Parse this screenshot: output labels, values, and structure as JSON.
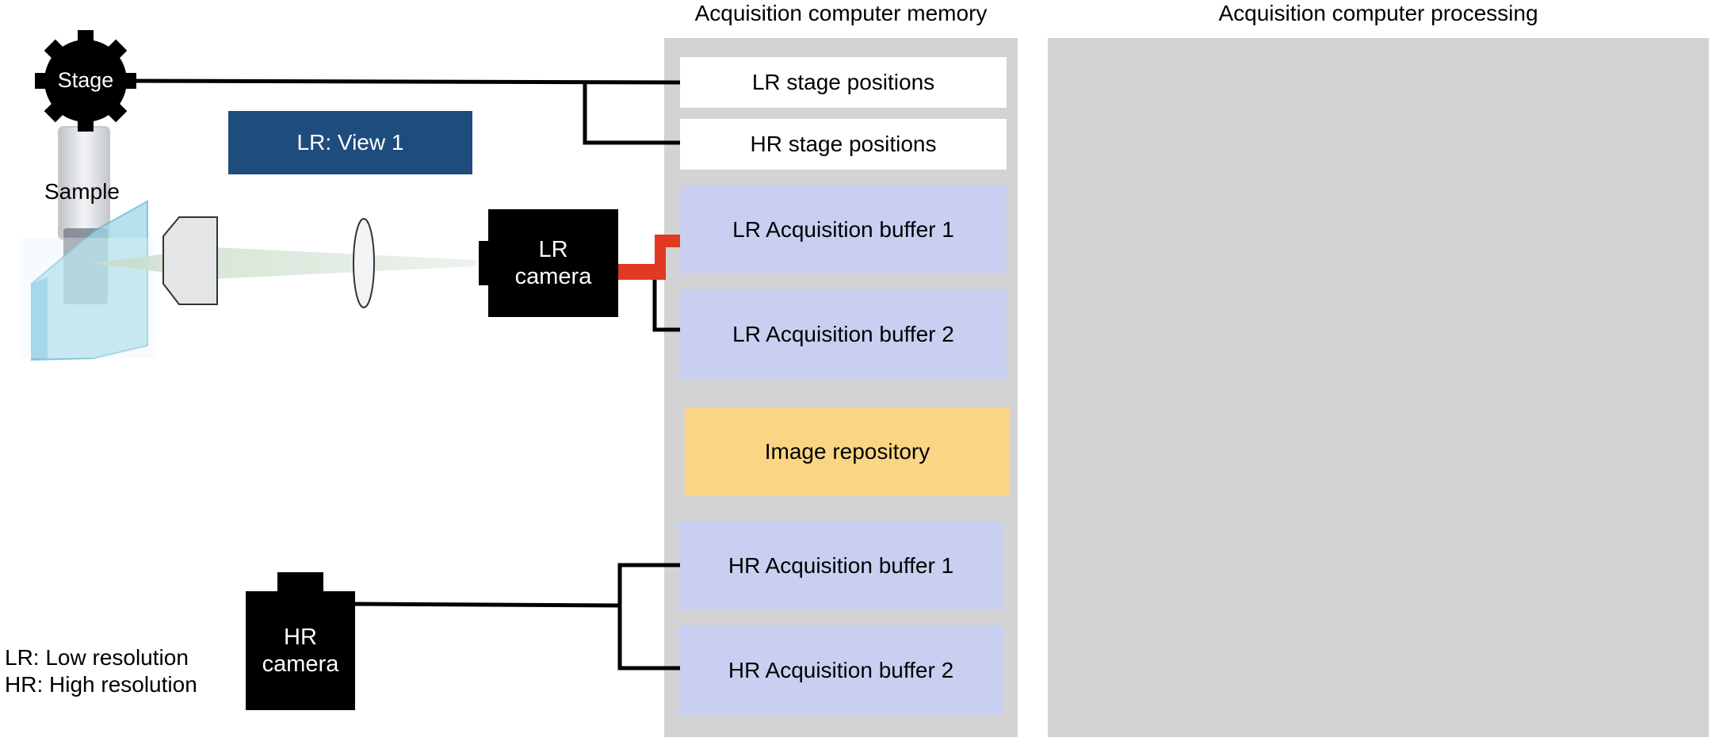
{
  "colors": {
    "panel_bg": "#d3d3d3",
    "buffer_fill": "#c8cff0",
    "repository_fill": "#f9d584",
    "view_badge_fill": "#1e4d7d",
    "active_connection": "#e03a22",
    "wire": "#000000"
  },
  "columns": {
    "memory_title": "Acquisition computer memory",
    "processing_title": "Acquisition computer processing"
  },
  "hardware": {
    "stage_label": "Stage",
    "sample_label": "Sample",
    "view_badge": "LR: View 1",
    "lr_camera_label": "LR\ncamera",
    "hr_camera_label": "HR\ncamera"
  },
  "memory": {
    "lr_stage_positions": "LR stage positions",
    "hr_stage_positions": "HR stage positions",
    "lr_buffer_1": "LR Acquisition buffer 1",
    "lr_buffer_2": "LR Acquisition buffer 2",
    "image_repository": "Image repository",
    "hr_buffer_1": "HR Acquisition buffer 1",
    "hr_buffer_2": "HR Acquisition buffer 2"
  },
  "legend": {
    "lr": "LR: Low resolution",
    "hr": "HR: High resolution"
  },
  "icons": [
    "gear-icon",
    "objective-lens-icon",
    "focusing-lens-icon",
    "sample-cuvette-icon"
  ]
}
